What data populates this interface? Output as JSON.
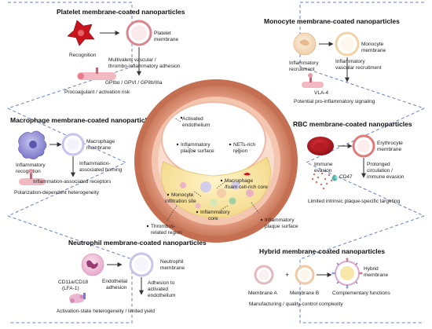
{
  "platelet": {
    "title": "Platelet membrane-coated nanoparticles",
    "membrane_l1": "Platelet",
    "membrane_l2": "membrane",
    "recognition": "Recognition",
    "adhesion_l1": "Multivalent vascular /",
    "adhesion_l2": "thrombo-inflammatory adhesion",
    "receptors": "GPIbα / GPVI / GPIIb/IIIa",
    "note": "Procoagulant / activation risk"
  },
  "monocyte": {
    "title": "Monocyte membrane-coated nanoparticles",
    "membrane_l1": "Monocyte",
    "membrane_l2": "membrane",
    "recruit_l1": "Inflammatory",
    "recruit_l2": "recruitment",
    "vascular_l1": "Inflammatory",
    "vascular_l2": "vascular recruitment",
    "receptor": "VLA-4",
    "note": "Potential pro-inflammatory signaling"
  },
  "macrophage": {
    "title": "Macrophage membrane-coated nanoparticles",
    "membrane_l1": "Macrophage",
    "membrane_l2": "membrane",
    "recog_l1": "Inflammatory",
    "recog_l2": "recognition",
    "homing_l1": "Inflammation-",
    "homing_l2": "associated homing",
    "receptors": "Inflammation-associated receptors",
    "note": "Polarization-dependent heterogeneity"
  },
  "rbc": {
    "title": "RBC membrane-coated nanoparticles",
    "membrane_l1": "Erythrocyte",
    "membrane_l2": "membrane",
    "evasion_l1": "Immune",
    "evasion_l2": "evasion",
    "prolonged_l1": "Prolonged",
    "prolonged_l2": "circulation /",
    "prolonged_l3": "immune evasion",
    "receptor": "CD47",
    "note": "Limited intrinsic plaque-specific targeting"
  },
  "neutrophil": {
    "title": "Neutrophil membrane-coated nanoparticles",
    "membrane_l1": "Neutrophil",
    "membrane_l2": "membrane",
    "receptor_l1": "CD11a/CD18",
    "receptor_l2": "(LFA-1)",
    "endo_l1": "Endothelial",
    "endo_l2": "adhesion",
    "adhesion_l1": "Adhesion to",
    "adhesion_l2": "activated",
    "adhesion_l3": "endothelium",
    "note": "Activation-state heterogeneity / limited yield"
  },
  "hybrid": {
    "title": "Hybrid membrane-coated nanoparticles",
    "membrane_a": "Membrane A",
    "membrane_b": "Membrane B",
    "hybrid_l1": "Hybrid",
    "hybrid_l2": "membrane",
    "functions": "Complementary functions",
    "note": "Manufacturing / quality-control complexity"
  },
  "center": {
    "endo_l1": "Activated",
    "endo_l2": "endothelium",
    "surface_l1": "Inflammatory",
    "surface_l2": "plaque surface",
    "nets_l1": "NETs-rich",
    "nets_l2": "region",
    "macro_l1": "Macrophage",
    "macro_l2": "/foam cell-rich core",
    "mono_l1": "Monocyte",
    "mono_l2": "infiltration site",
    "core_l1": "Inflammatory",
    "core_l2": "core",
    "thrombus_l1": "Thrombus-",
    "thrombus_l2": "related region",
    "outer_l1": "Inflammatory",
    "outer_l2": "plaque surface"
  }
}
